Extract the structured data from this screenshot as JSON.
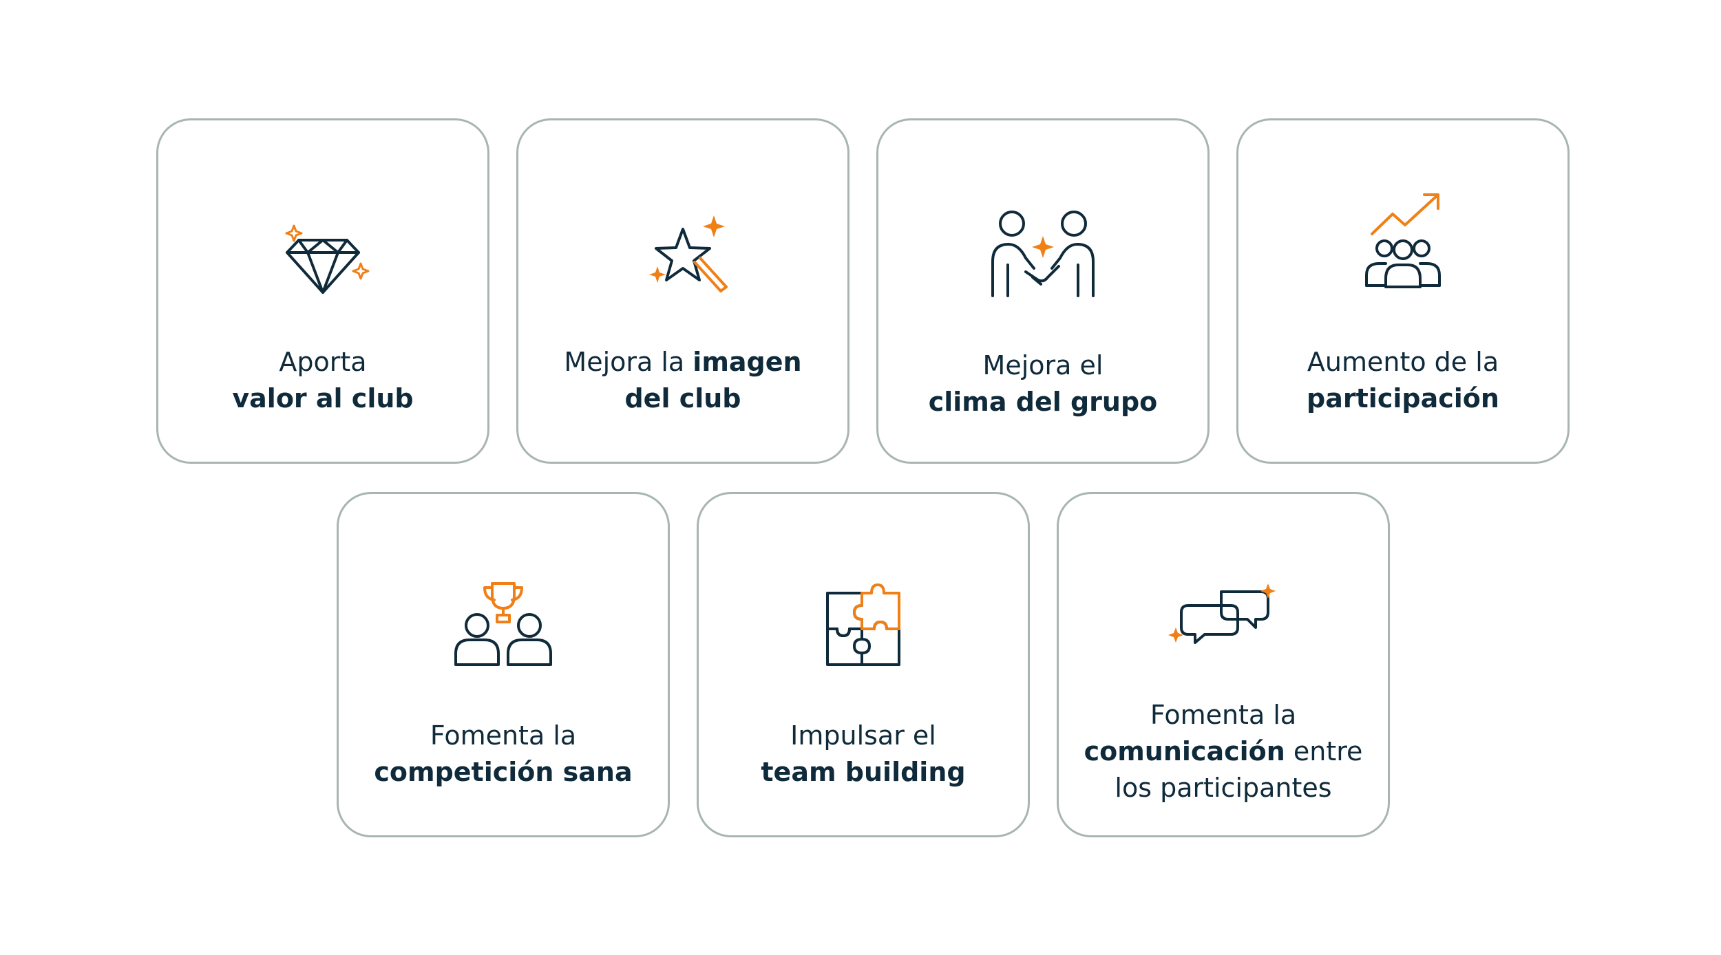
{
  "colors": {
    "navy": "#0f2a3a",
    "accent": "#f07f16",
    "border": "#a8b5b1"
  },
  "cards": [
    {
      "icon": "diamond-sparkle-icon",
      "line1": "Aporta",
      "line2_bold": "valor al club"
    },
    {
      "icon": "magic-wand-star-icon",
      "line1_regular": "Mejora la ",
      "line1_bold": "imagen",
      "line2_bold": "del club"
    },
    {
      "icon": "handshake-icon",
      "line1": "Mejora el",
      "line2_bold": "clima del grupo"
    },
    {
      "icon": "group-growth-icon",
      "line1": "Aumento de la",
      "line2_bold": "participación"
    },
    {
      "icon": "trophy-people-icon",
      "line1": "Fomenta la",
      "line2_bold": "competición sana"
    },
    {
      "icon": "puzzle-icon",
      "line1": "Impulsar el",
      "line2_bold": "team building"
    },
    {
      "icon": "chat-bubbles-icon",
      "line1": "Fomenta la",
      "line2_bold": "comunicación",
      "line2_regular": " entre",
      "line3": "los participantes"
    }
  ]
}
